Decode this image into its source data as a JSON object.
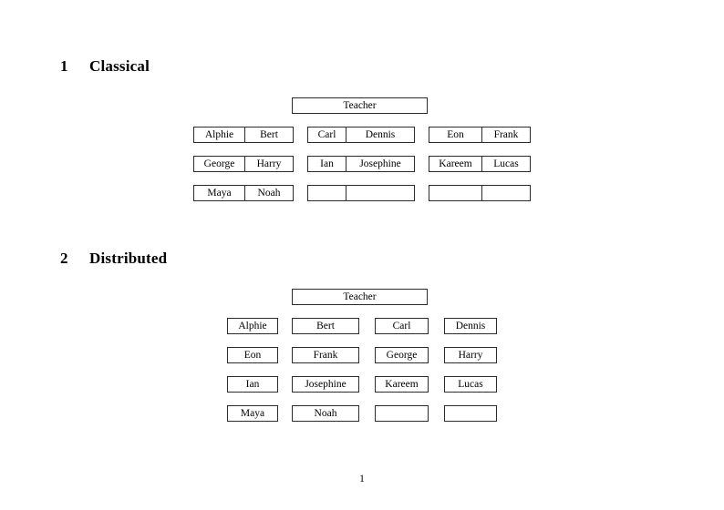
{
  "document": {
    "page_number": "1"
  },
  "sections": [
    {
      "number": "1",
      "title": "Classical",
      "teacher_label": "Teacher",
      "groups": [
        {
          "rows": [
            {
              "a": "Alphie",
              "b": "Bert"
            },
            {
              "a": "George",
              "b": "Harry"
            },
            {
              "a": "Maya",
              "b": "Noah"
            }
          ]
        },
        {
          "rows": [
            {
              "a": "Carl",
              "b": "Dennis"
            },
            {
              "a": "Ian",
              "b": "Josephine"
            },
            {
              "a": "",
              "b": ""
            }
          ]
        },
        {
          "rows": [
            {
              "a": "Eon",
              "b": "Frank"
            },
            {
              "a": "Kareem",
              "b": "Lucas"
            },
            {
              "a": "",
              "b": ""
            }
          ]
        }
      ]
    },
    {
      "number": "2",
      "title": "Distributed",
      "teacher_label": "Teacher",
      "rows": [
        [
          "Alphie",
          "Bert",
          "Carl",
          "Dennis"
        ],
        [
          "Eon",
          "Frank",
          "George",
          "Harry"
        ],
        [
          "Ian",
          "Josephine",
          "Kareem",
          "Lucas"
        ],
        [
          "Maya",
          "Noah",
          "",
          ""
        ]
      ]
    }
  ]
}
